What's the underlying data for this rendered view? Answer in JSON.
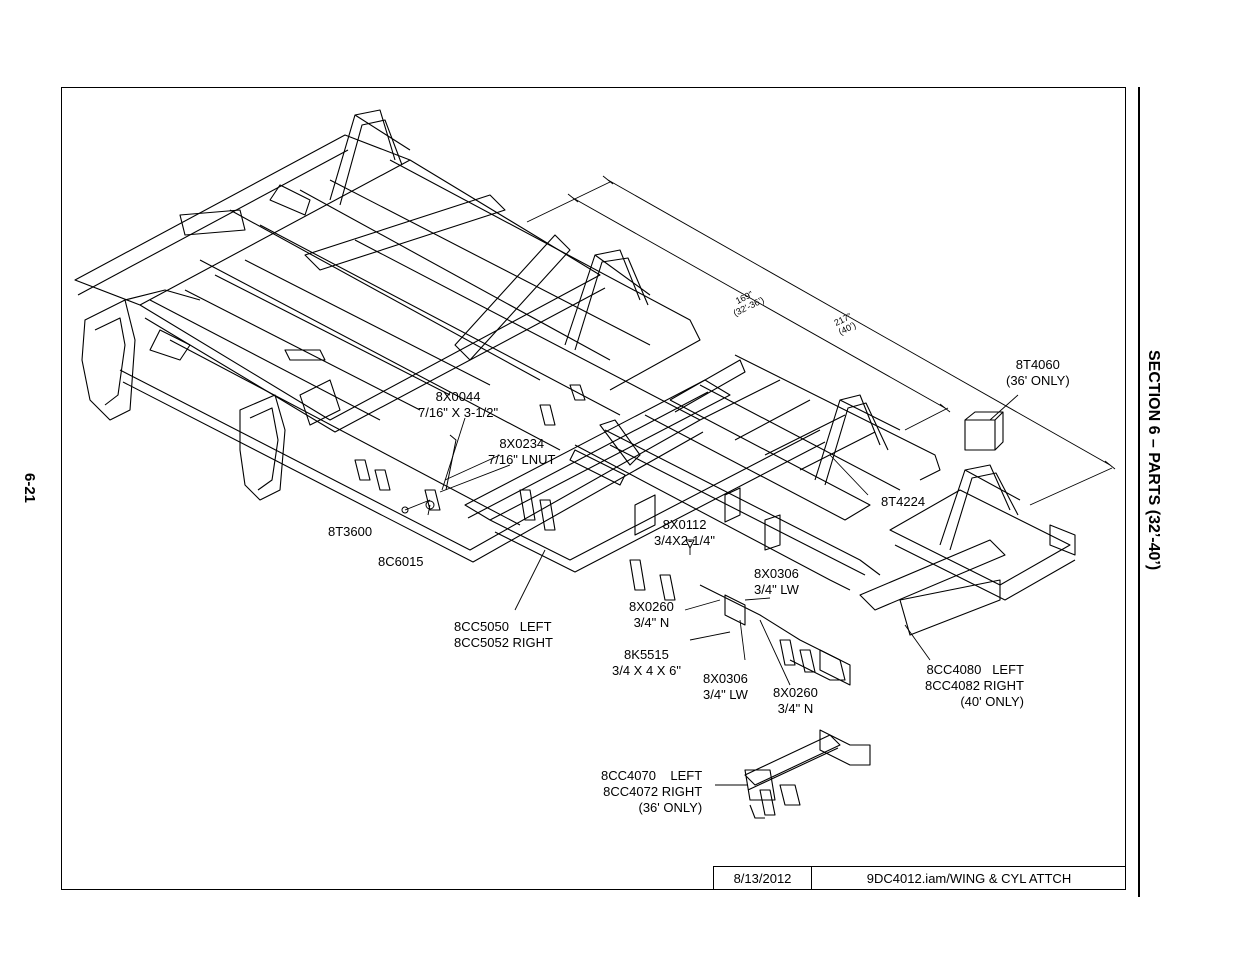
{
  "page": {
    "page_number": "6-21",
    "section_title": "SECTION 6 – PARTS (32’-40’)"
  },
  "title_block": {
    "date": "8/13/2012",
    "file": "9DC4012.iam/WING & CYL ATTCH"
  },
  "dimensions": {
    "d169": "169”\n(32’-36’)",
    "d217": "217”\n(40’)"
  },
  "callouts": {
    "c8T4060": "8T4060\n(36' ONLY)",
    "c8X0044": "8X0044\n7/16\" X 3-1/2\"",
    "c8X0234": "8X0234\n7/16\" LNUT",
    "c8T3600": "8T3600",
    "c8C6015": "8C6015",
    "c8T4224": "8T4224",
    "c8X0112": "8X0112\n3/4X2-1/4\"",
    "c8X0306a": "8X0306\n3/4\" LW",
    "c8X0260a": "8X0260\n3/4\" N",
    "c8CC5050": "8CC5050   LEFT\n8CC5052 RIGHT",
    "c8K5515": "8K5515\n3/4 X 4 X 6\"",
    "c8X0306b": "8X0306\n3/4\" LW",
    "c8X0260b": "8X0260\n3/4\" N",
    "c8CC4080": "8CC4080   LEFT\n8CC4082 RIGHT\n(40' ONLY)",
    "c8CC4070": "8CC4070    LEFT\n8CC4072 RIGHT\n(36' ONLY)"
  }
}
